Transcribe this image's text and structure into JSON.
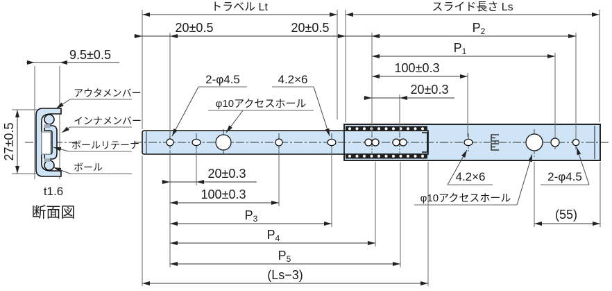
{
  "drawing": {
    "title_context": "drawer-slide-dimension-drawing",
    "colors": {
      "rail_fill": "#cfe4f6",
      "part_outline": "#111111",
      "dimension_line": "#333333",
      "extension_line": "#666666"
    },
    "top_dims": {
      "travel": "トラベル Lt",
      "slide_length": "スライド長さ Ls",
      "end_offset_left": "20±0.5",
      "end_offset_right": "20±0.5",
      "p2": {
        "base": "P",
        "sub": "2"
      },
      "p1": {
        "base": "P",
        "sub": "1"
      },
      "pitch_100": "100±0.3",
      "pitch_20": "20±0.3"
    },
    "top_callouts": {
      "holes": "2-φ4.5",
      "slot": "4.2×6",
      "access_hole": "φ10アクセスホール"
    },
    "bottom_dims": {
      "pitch_20": "20±0.3",
      "pitch_100": "100±0.3",
      "p3": {
        "base": "P",
        "sub": "3"
      },
      "p4": {
        "base": "P",
        "sub": "4"
      },
      "p5": {
        "base": "P",
        "sub": "5"
      },
      "inner_length": "(Ls−3)",
      "end_distance": "(55)"
    },
    "bottom_callouts": {
      "slot": "4.2×6",
      "access_hole": "φ10アクセスホール",
      "holes": "2-φ4.5"
    },
    "section": {
      "width_dim": "9.5±0.5",
      "height_dim": "27±0.5",
      "thickness": "t1.6",
      "caption": "断面図",
      "callouts": {
        "outer_member": "アウタメンバー",
        "inner_member": "インナメンバー",
        "ball_retainer": "ボールリテーナ",
        "ball": "ボール"
      }
    }
  }
}
